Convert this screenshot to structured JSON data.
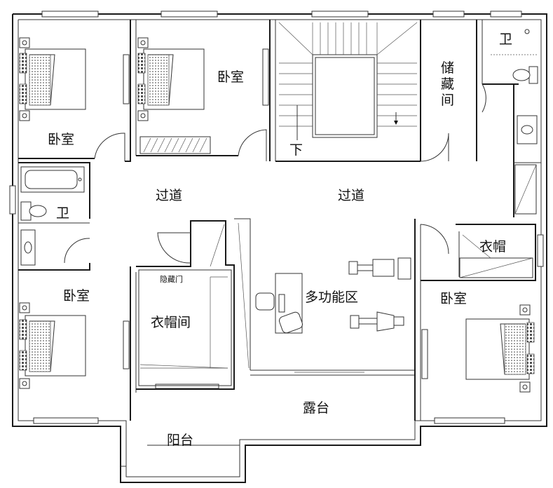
{
  "rooms": {
    "bedroom_nw": "卧室",
    "bedroom_n": "卧室",
    "storage": "储藏间",
    "bath_ne": "卫",
    "bath_w": "卫",
    "stairs_down": "下",
    "corridor_w": "过道",
    "corridor_c": "过道",
    "closet_e": "衣帽",
    "hidden_door": "隐藏门",
    "bedroom_sw": "卧室",
    "cloakroom": "衣帽间",
    "multi_area": "多功能区",
    "bedroom_se": "卧室",
    "terrace": "露台",
    "balcony": "阳台"
  }
}
